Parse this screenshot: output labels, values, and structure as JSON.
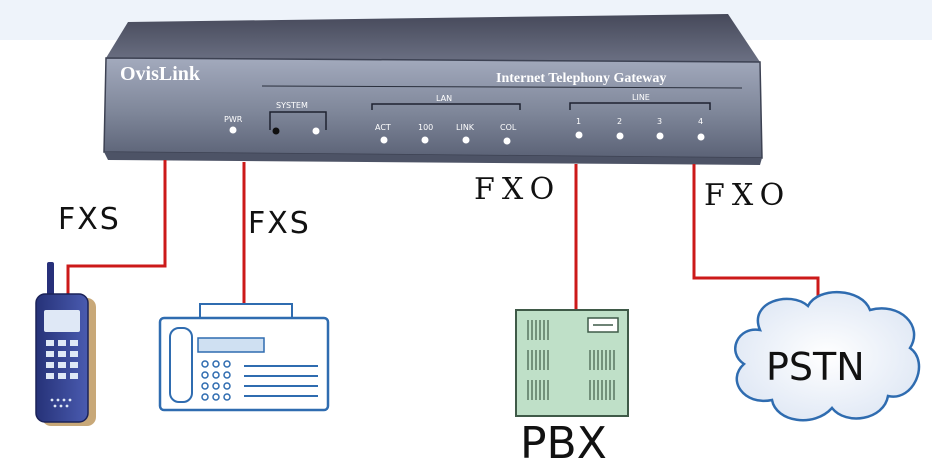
{
  "device": {
    "brand": "OvisLink",
    "product": "Internet Telephony Gateway",
    "leds": {
      "pwr": "PWR",
      "system": "SYSTEM",
      "lan_group": "LAN",
      "lan": [
        "ACT",
        "100",
        "LINK",
        "COL"
      ],
      "line_group": "LINE",
      "line": [
        "1",
        "2",
        "3",
        "4"
      ]
    }
  },
  "connections": [
    {
      "port_label": "FXS"
    },
    {
      "port_label": "FXS"
    },
    {
      "port_label": "FXO",
      "endpoint": "PBX"
    },
    {
      "port_label": "FXO",
      "endpoint": "PSTN"
    }
  ],
  "colors": {
    "chassis_top": "#5a6073",
    "chassis_front": "#8d95a8",
    "cable": "#cc1a1a",
    "pbx_body": "#bfe0c8",
    "phone_body": "#3a4890",
    "fax_accent": "#2f6cb0"
  }
}
